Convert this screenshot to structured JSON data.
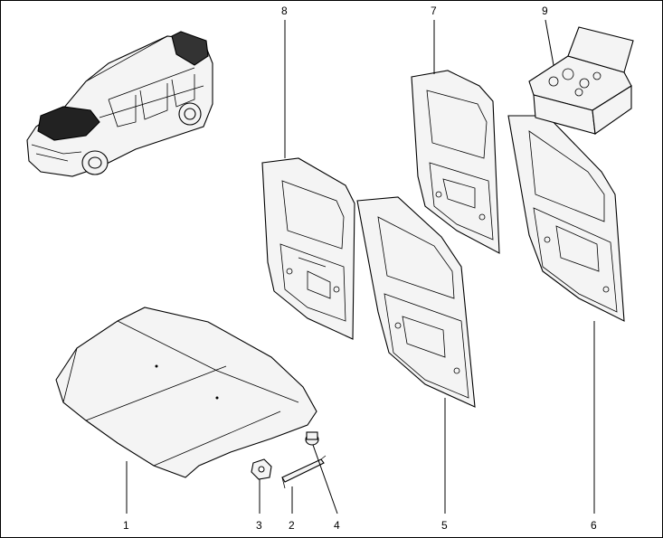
{
  "figure": {
    "callouts": [
      {
        "id": "1",
        "label": "1"
      },
      {
        "id": "2",
        "label": "2"
      },
      {
        "id": "3",
        "label": "3"
      },
      {
        "id": "4",
        "label": "4"
      },
      {
        "id": "5",
        "label": "5"
      },
      {
        "id": "6",
        "label": "6"
      },
      {
        "id": "7",
        "label": "7"
      },
      {
        "id": "8",
        "label": "8"
      },
      {
        "id": "9",
        "label": "9"
      }
    ],
    "parts": [
      {
        "callout": "1",
        "depicts": "hood"
      },
      {
        "callout": "2",
        "depicts": "hood-prop-rod"
      },
      {
        "callout": "3",
        "depicts": "hood-lock"
      },
      {
        "callout": "4",
        "depicts": "hood-bump-stop"
      },
      {
        "callout": "5",
        "depicts": "front-door"
      },
      {
        "callout": "6",
        "depicts": "rear-door"
      },
      {
        "callout": "7",
        "depicts": "tailgate-door-right"
      },
      {
        "callout": "8",
        "depicts": "tailgate-door-left"
      },
      {
        "callout": "9",
        "depicts": "fastener-kit-box"
      }
    ]
  }
}
